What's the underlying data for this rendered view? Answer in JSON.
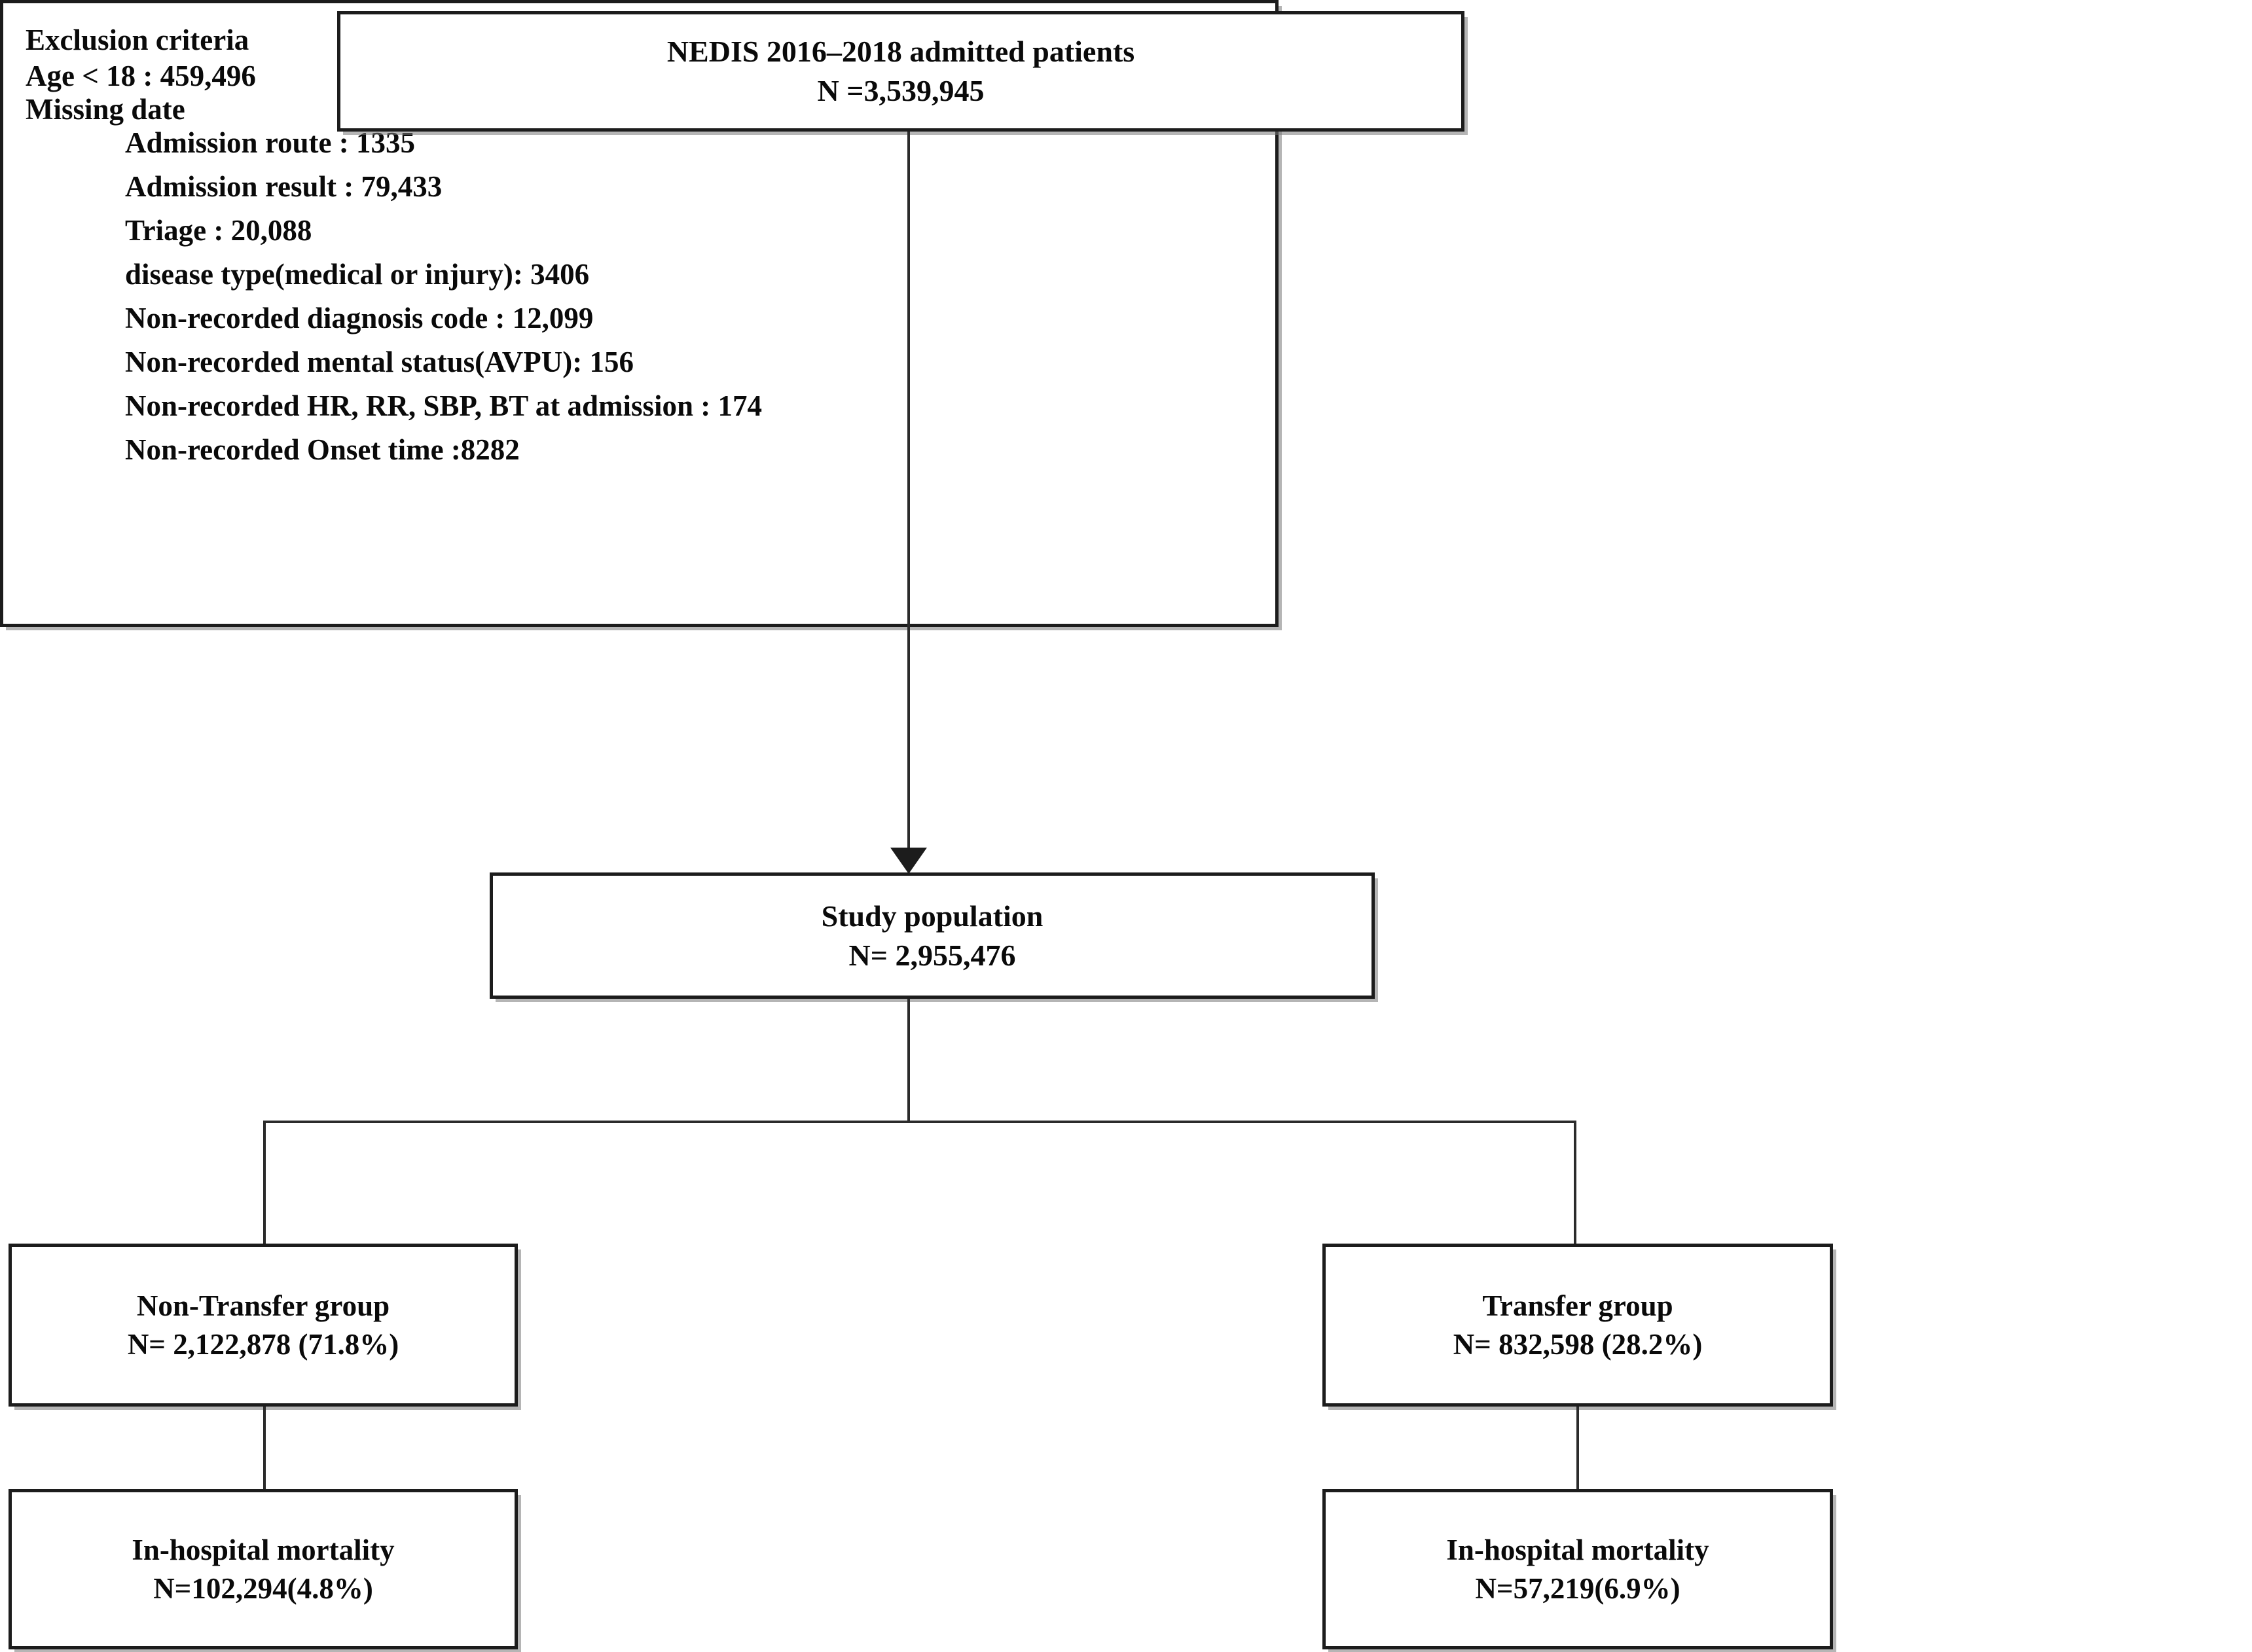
{
  "diagram": {
    "title": "Study flow diagram",
    "type": "flowchart",
    "nodes": {
      "source": {
        "lines": [
          "NEDIS 2016–2018 admitted patients",
          "N =3,539,945"
        ]
      },
      "exclusion": {
        "heading": "Exclusion criteria",
        "lines": [
          {
            "level": 1,
            "text": "Exclusion criteria"
          },
          {
            "level": 1,
            "text": "Age < 18 : 459,496"
          },
          {
            "level": 1,
            "text": "Missing date"
          },
          {
            "level": 2,
            "text": "Admission route : 1335"
          },
          {
            "level": 2,
            "text": "Admission result : 79,433"
          },
          {
            "level": 2,
            "text": "Triage : 20,088"
          },
          {
            "level": 2,
            "text": "disease type(medical or injury): 3406"
          },
          {
            "level": 2,
            "text": "Non-recorded diagnosis code :  12,099"
          },
          {
            "level": 2,
            "text": "Non-recorded mental status(AVPU): 156"
          },
          {
            "level": 2,
            "text": "Non-recorded HR, RR, SBP, BT at admission : 174"
          },
          {
            "level": 2,
            "text": "Non-recorded Onset time :8282"
          }
        ]
      },
      "study_population": {
        "lines": [
          "Study population",
          "N= 2,955,476"
        ]
      },
      "non_transfer_group": {
        "lines": [
          "Non-Transfer group",
          "N= 2,122,878  (71.8%)"
        ]
      },
      "transfer_group": {
        "lines": [
          "Transfer group",
          "N= 832,598  (28.2%)"
        ]
      },
      "mortality_non_transfer": {
        "lines": [
          "In-hospital mortality",
          "N=102,294(4.8%)"
        ]
      },
      "mortality_transfer": {
        "lines": [
          "In-hospital mortality",
          "N=57,219(6.9%)"
        ]
      }
    },
    "colors": {
      "border": "#1c1c1c",
      "connector": "#2b2b2b",
      "background": "#ffffff",
      "text": "#0a0a0a"
    }
  }
}
